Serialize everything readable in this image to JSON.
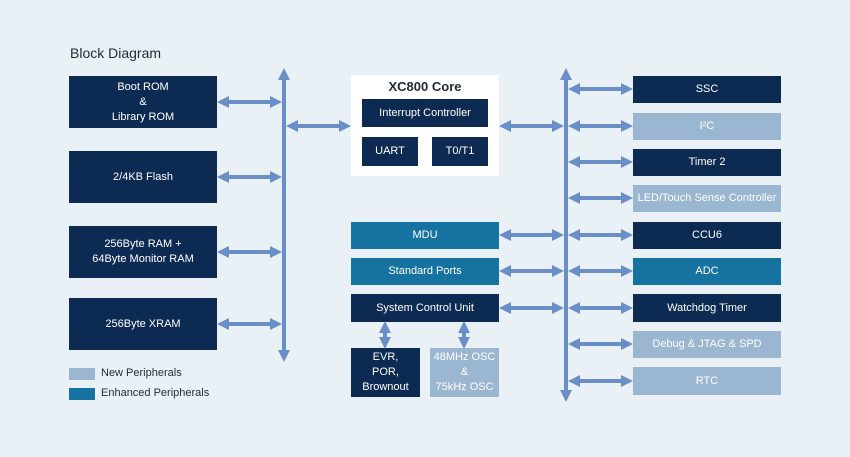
{
  "title": "Block Diagram",
  "core": {
    "title": "XC800 Core",
    "interrupt": "Interrupt Controller",
    "uart": "UART",
    "timer": "T0/T1"
  },
  "memory": [
    "Boot ROM\n&\nLibrary ROM",
    "2/4KB Flash",
    "256Byte RAM +\n64Byte Monitor RAM",
    "256Byte XRAM"
  ],
  "middle": {
    "mdu": "MDU",
    "ports": "Standard Ports",
    "scu": "System Control Unit",
    "evr": "EVR,\nPOR,\nBrownout",
    "osc": "48MHz OSC\n&\n75kHz OSC"
  },
  "peripherals": [
    "SSC",
    "I²C",
    "Timer 2",
    "LED/Touch Sense Controller",
    "CCU6",
    "ADC",
    "Watchdog Timer",
    "Debug & JTAG & SPD",
    "RTC"
  ],
  "legend": {
    "new": "New Peripherals",
    "enhanced": "Enhanced Peripherals"
  },
  "colors": {
    "standard": "#0c2a52",
    "new": "#9bb6d1",
    "enhanced": "#1672a0",
    "arrow": "#6a8fc8"
  }
}
